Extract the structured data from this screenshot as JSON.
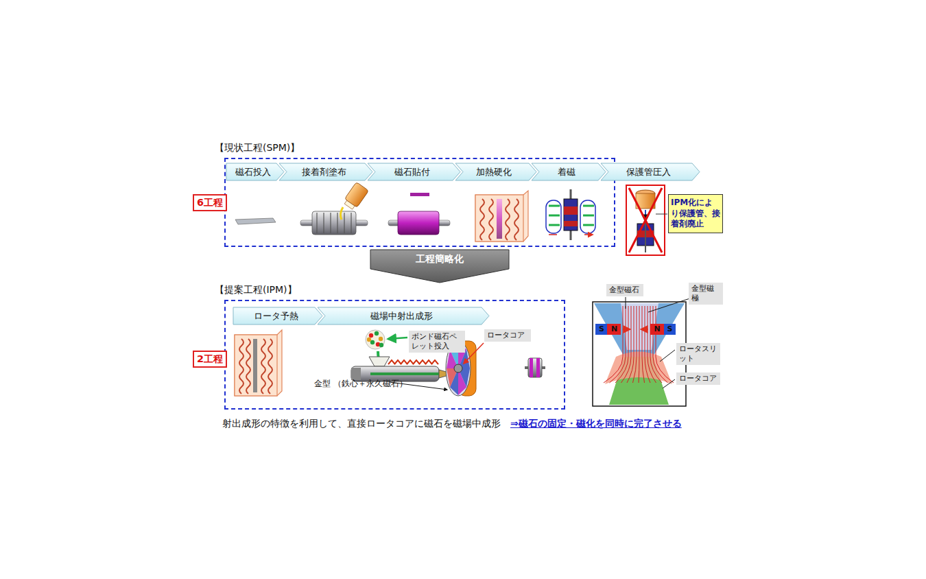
{
  "diagram": {
    "nodes": [
      {
        "text": [
          "【現状工程(SPM)】"
        ]
      },
      {
        "text": [
          "6工程"
        ]
      },
      {
        "text": [
          "磁石投入"
        ],
        "in": 0
      },
      {
        "text": [
          "接着剤塗布"
        ],
        "in": 0
      },
      {
        "text": [
          "磁石貼付"
        ],
        "in": 0
      },
      {
        "text": [
          "加熱硬化"
        ],
        "in": 0
      },
      {
        "text": [
          "着磁"
        ],
        "in": 0
      },
      {
        "text": [
          "保護管圧入"
        ]
      },
      {
        "text": [
          "IPM化により保護管、接着剤廃止"
        ]
      },
      {
        "text": [
          "工程簡略化"
        ]
      },
      {
        "text": [
          "【提案工程(IPM)】"
        ]
      },
      {
        "text": [
          "2工程"
        ]
      },
      {
        "text": [
          "ロータ予熱"
        ],
        "in": 10
      },
      {
        "text": [
          "磁場中射出成形"
        ],
        "in": 10
      },
      {
        "text": [
          "ボンド磁石ペレット投入"
        ],
        "in": 10
      },
      {
        "text": [
          "ロータコア"
        ],
        "in": 10
      },
      {
        "text": [
          "金型磁石"
        ]
      },
      {
        "text": [
          "金型磁極"
        ]
      },
      {
        "text": [
          "ロータスリット"
        ]
      },
      {
        "text": [
          "ロータコア"
        ]
      }
    ],
    "labels": [
      "金型 （鉄心＋永久磁石）",
      "S",
      "N",
      "N",
      "S",
      "射出成形の特徴を利用して、直接ロータコアに磁石を磁場中成形",
      "⇒磁石の固定・磁化を同時に完了させる"
    ]
  }
}
